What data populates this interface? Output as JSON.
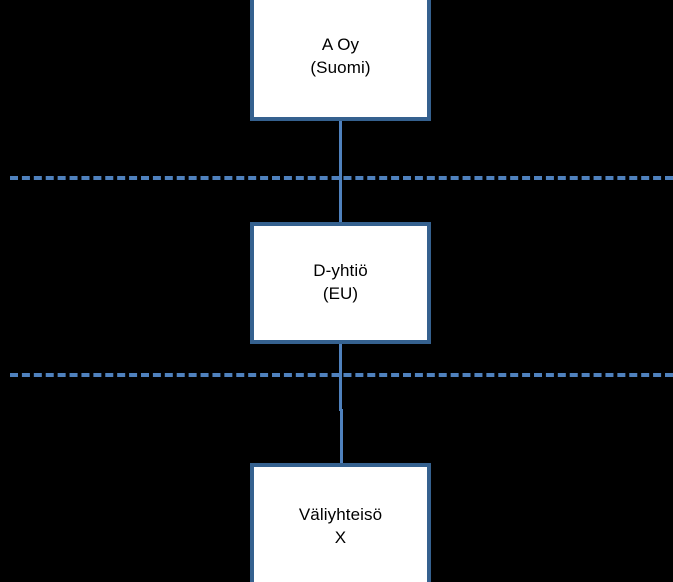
{
  "diagram": {
    "type": "ownership-structure-chart",
    "background_color": "#000000",
    "node_border_color": "#35618F",
    "node_fill_color": "#FFFFFF",
    "connector_color": "#4F81BD",
    "border_line_color": "#4F81BD",
    "nodes": [
      {
        "id": "a-oy",
        "label": "A Oy\n(Suomi)",
        "name_line": "A Oy",
        "jurisdiction_line": "(Suomi)"
      },
      {
        "id": "d-yhtio",
        "label": "D-yhtiö\n(EU)",
        "name_line": "D-yhtiö",
        "jurisdiction_line": "(EU)"
      },
      {
        "id": "valiyhteiso-x",
        "label": "Väliyhteisö\nX",
        "name_line": "Väliyhteisö",
        "jurisdiction_line": "X"
      }
    ],
    "connectors": [
      {
        "id": "a-oy-to-d-yhtio",
        "from": "a-oy",
        "to": "d-yhtio",
        "style": "solid"
      },
      {
        "id": "d-yhtio-to-valiyhteiso-x",
        "from": "d-yhtio",
        "to": "valiyhteiso-x",
        "style": "solid"
      }
    ],
    "border_lines": [
      {
        "id": "finland-eu-border",
        "style": "dashed"
      },
      {
        "id": "eu-third-country-border",
        "style": "dashed"
      }
    ]
  }
}
